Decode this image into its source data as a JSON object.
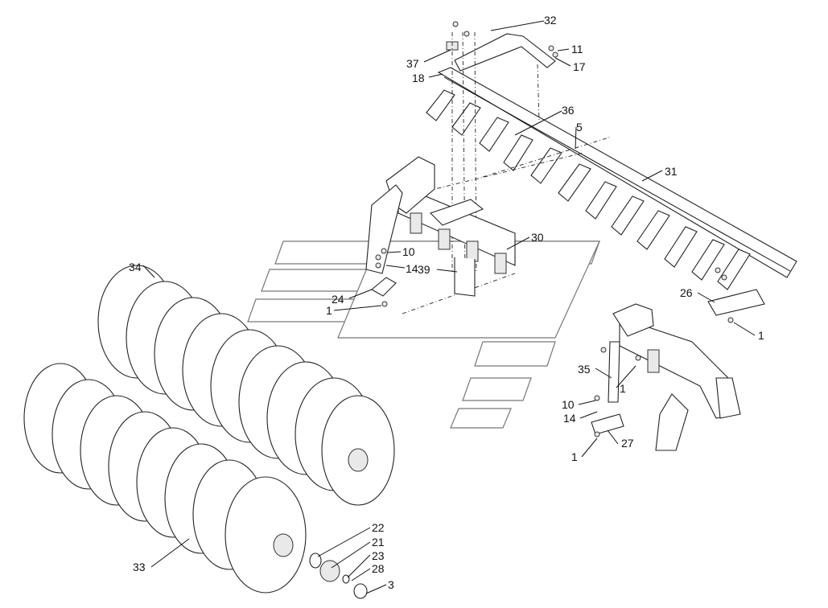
{
  "diagram": {
    "callouts": [
      {
        "id": "c32",
        "text": "32"
      },
      {
        "id": "c11",
        "text": "11"
      },
      {
        "id": "c17",
        "text": "17"
      },
      {
        "id": "c37",
        "text": "37"
      },
      {
        "id": "c18",
        "text": "18"
      },
      {
        "id": "c36",
        "text": "36"
      },
      {
        "id": "c5",
        "text": "5"
      },
      {
        "id": "c31",
        "text": "31"
      },
      {
        "id": "c30",
        "text": "30"
      },
      {
        "id": "c10a",
        "text": "10"
      },
      {
        "id": "c14a",
        "text": "14"
      },
      {
        "id": "c39",
        "text": "39"
      },
      {
        "id": "c24",
        "text": "24"
      },
      {
        "id": "c1a",
        "text": "1"
      },
      {
        "id": "c34",
        "text": "34"
      },
      {
        "id": "c26",
        "text": "26"
      },
      {
        "id": "c1b",
        "text": "1"
      },
      {
        "id": "c35",
        "text": "35"
      },
      {
        "id": "c1c",
        "text": "1"
      },
      {
        "id": "c10b",
        "text": "10"
      },
      {
        "id": "c14b",
        "text": "14"
      },
      {
        "id": "c27",
        "text": "27"
      },
      {
        "id": "c1d",
        "text": "1"
      },
      {
        "id": "c33",
        "text": "33"
      },
      {
        "id": "c22",
        "text": "22"
      },
      {
        "id": "c21",
        "text": "21"
      },
      {
        "id": "c23",
        "text": "23"
      },
      {
        "id": "c28",
        "text": "28"
      },
      {
        "id": "c3",
        "text": "3"
      }
    ]
  }
}
